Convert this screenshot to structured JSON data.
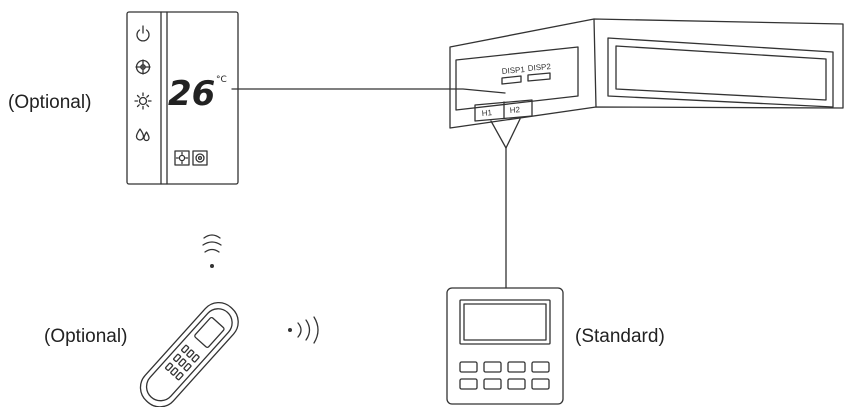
{
  "labels": {
    "wall_panel": "(Optional)",
    "remote": "(Optional)",
    "wired_controller": "(Standard)"
  },
  "wall_panel": {
    "temperature": "26",
    "unit": "°C",
    "icons": [
      "power-icon",
      "fan-icon",
      "sun-icon",
      "dry-icon",
      "sun-button-icon",
      "fan-button-icon"
    ]
  },
  "indoor_unit": {
    "terminals": [
      "DISP1",
      "DISP2"
    ],
    "ports": [
      "H1",
      "H2"
    ]
  }
}
